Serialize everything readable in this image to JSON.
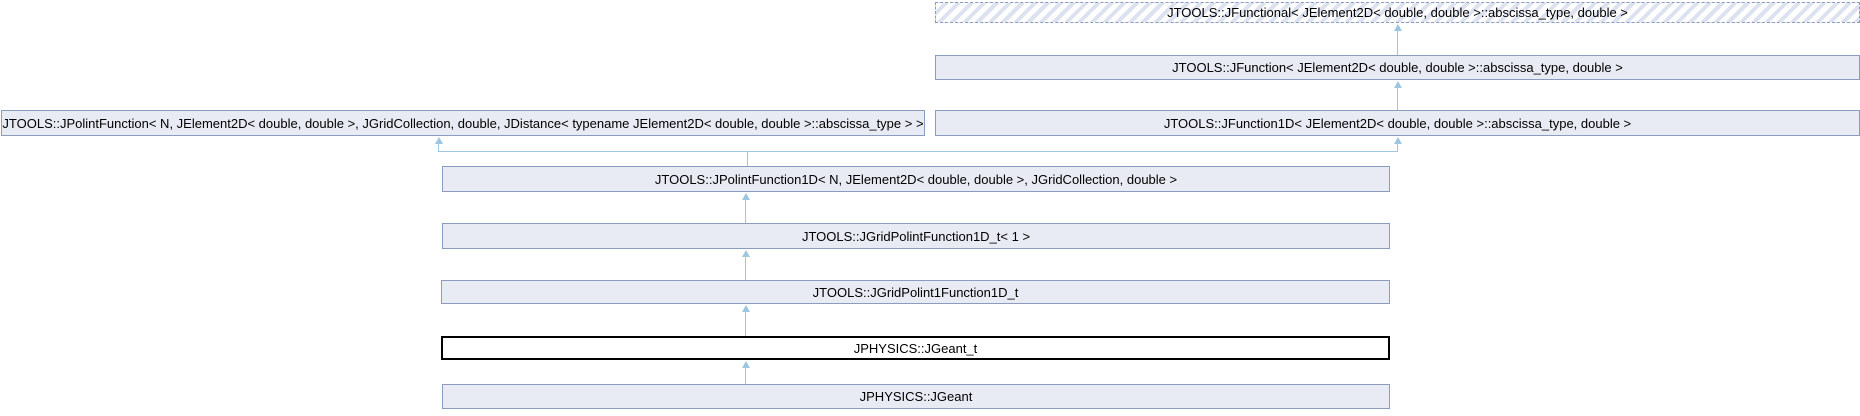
{
  "diagram": {
    "kind": "class-inheritance-graph",
    "current_class": "JPHYSICS::JGeant_t",
    "colors": {
      "node_fill": "#e8ebf4",
      "node_border": "#8c9cbf",
      "arrow": "#9cc6e2",
      "hatch_stripe": "#dde2f0",
      "current_border": "#000000",
      "current_fill": "#ffffff",
      "background": "#ffffff"
    },
    "nodes": [
      {
        "id": "jfunctional",
        "label": "JTOOLS::JFunctional< JElement2D< double, double >::abscissa_type, double >",
        "style": "external-dashed-hatched"
      },
      {
        "id": "jfunction",
        "label": "JTOOLS::JFunction< JElement2D< double, double >::abscissa_type, double >",
        "style": "normal"
      },
      {
        "id": "jpolintfunction",
        "label": "JTOOLS::JPolintFunction< N, JElement2D< double, double >, JGridCollection, double, JDistance< typename JElement2D< double, double >::abscissa_type > >",
        "style": "normal"
      },
      {
        "id": "jfunction1d",
        "label": "JTOOLS::JFunction1D< JElement2D< double, double >::abscissa_type, double >",
        "style": "normal"
      },
      {
        "id": "jpolintfunction1d",
        "label": "JTOOLS::JPolintFunction1D< N, JElement2D< double, double >, JGridCollection, double >",
        "style": "normal"
      },
      {
        "id": "jgridpolintfunction1d_t",
        "label": "JTOOLS::JGridPolintFunction1D_t< 1 >",
        "style": "normal"
      },
      {
        "id": "jgridpolint1function1d_t",
        "label": "JTOOLS::JGridPolint1Function1D_t",
        "style": "normal"
      },
      {
        "id": "jgeant_t",
        "label": "JPHYSICS::JGeant_t",
        "style": "current-class"
      },
      {
        "id": "jgeant",
        "label": "JPHYSICS::JGeant",
        "style": "normal"
      }
    ],
    "edges": [
      {
        "from": "jfunction",
        "to": "jfunctional"
      },
      {
        "from": "jfunction1d",
        "to": "jfunction"
      },
      {
        "from": "jpolintfunction1d",
        "to": "jpolintfunction"
      },
      {
        "from": "jpolintfunction1d",
        "to": "jfunction1d"
      },
      {
        "from": "jgridpolintfunction1d_t",
        "to": "jpolintfunction1d"
      },
      {
        "from": "jgridpolint1function1d_t",
        "to": "jgridpolintfunction1d_t"
      },
      {
        "from": "jgeant_t",
        "to": "jgridpolint1function1d_t"
      },
      {
        "from": "jgeant",
        "to": "jgeant_t"
      }
    ]
  }
}
